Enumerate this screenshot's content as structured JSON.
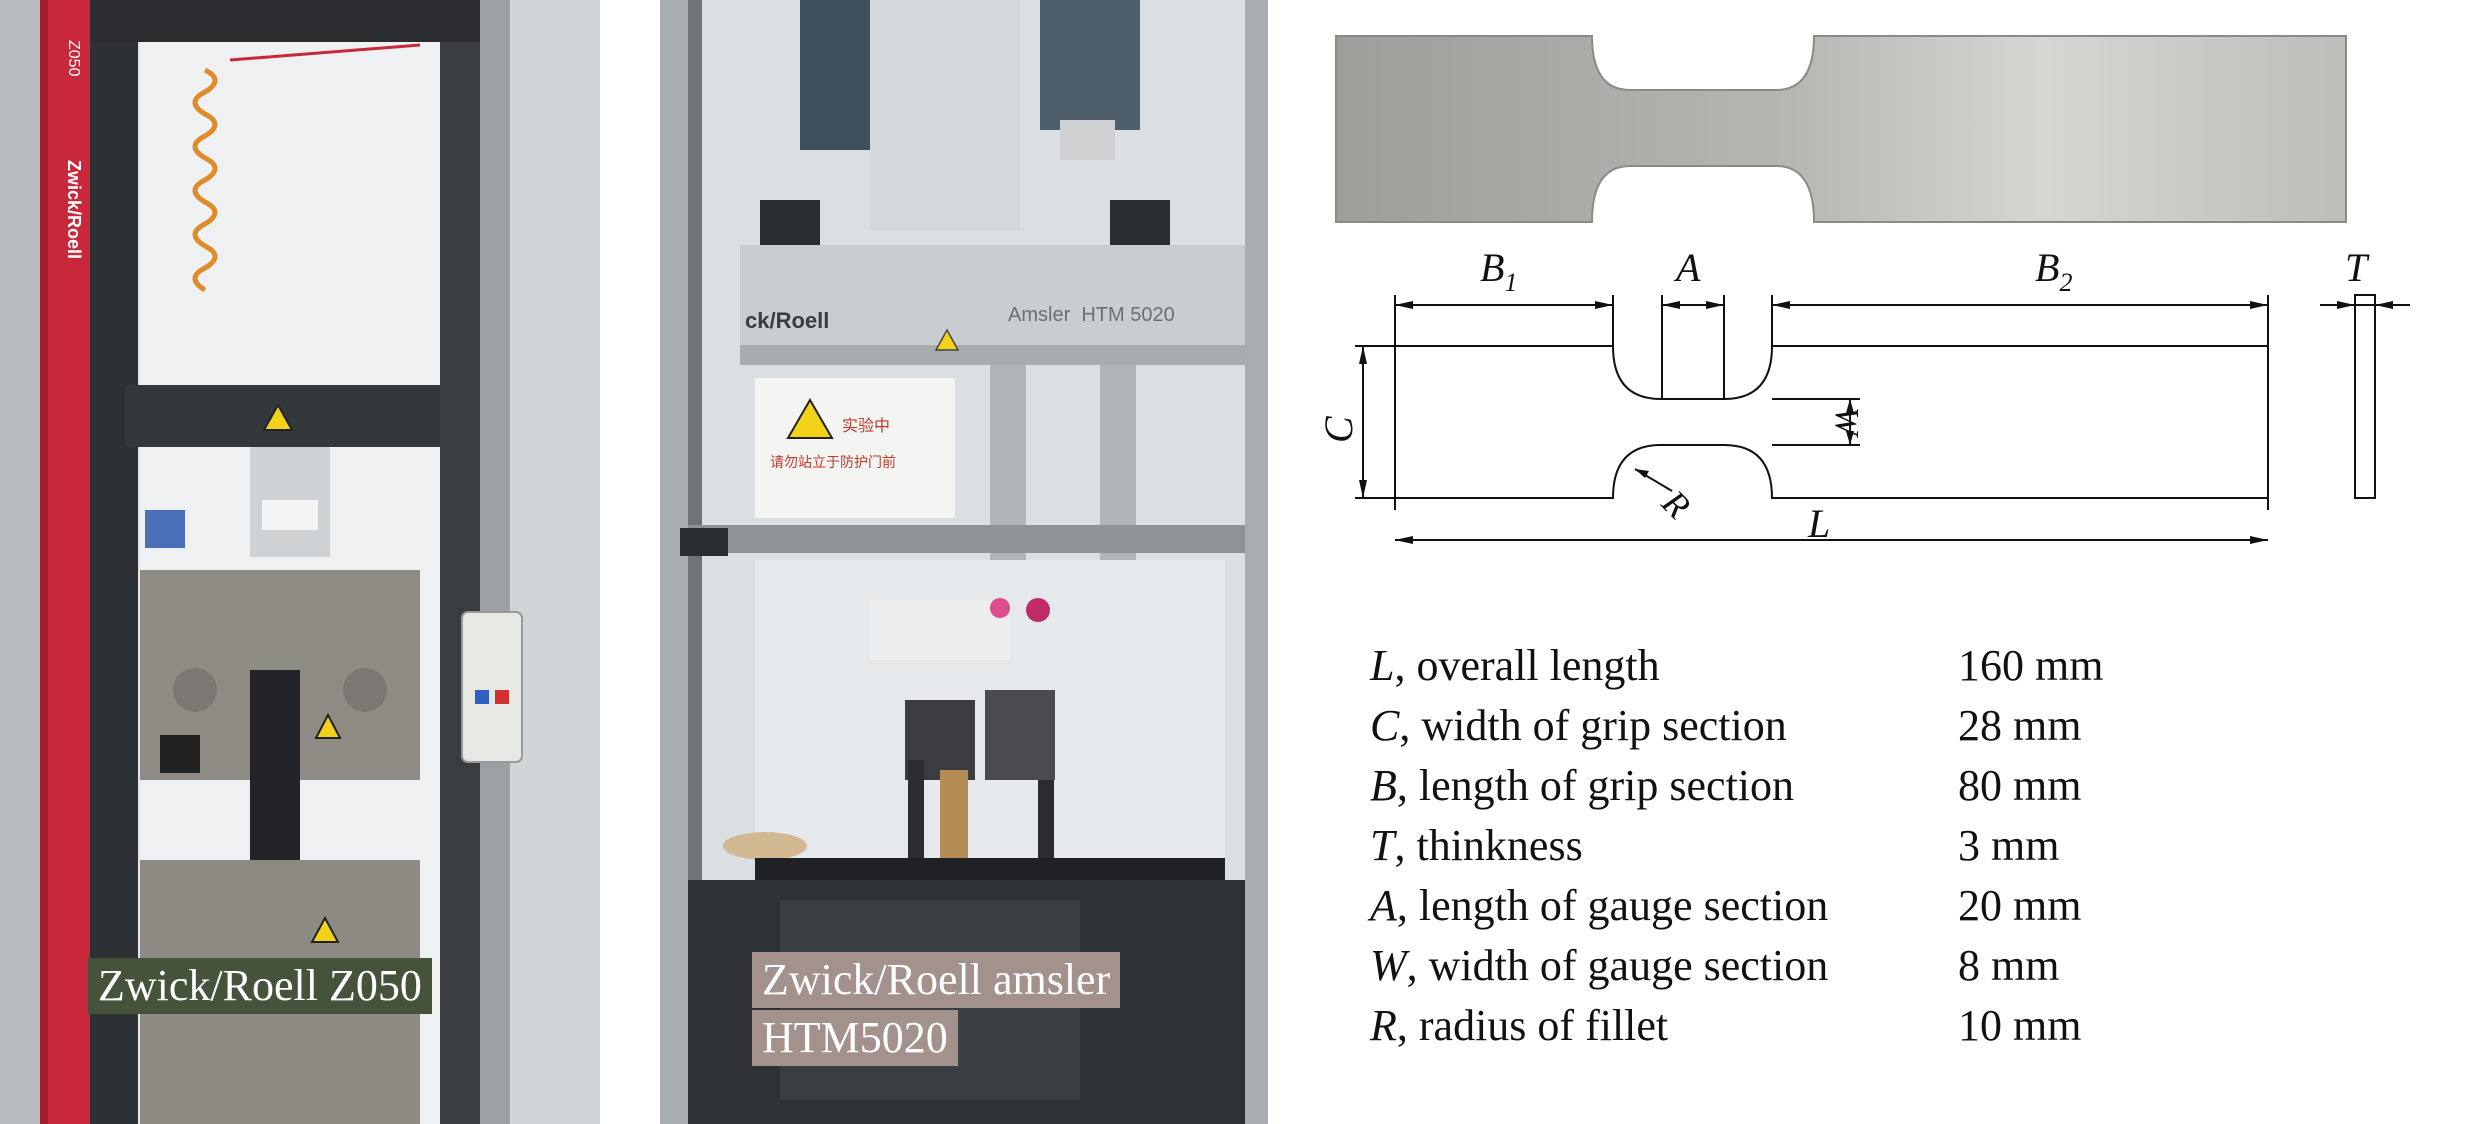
{
  "panels": {
    "left": {
      "caption": "Zwick/Roell Z050",
      "labels": {
        "brand": "Zwick/Roell",
        "model": "Z050"
      }
    },
    "middle": {
      "caption_line1": "Zwick/Roell amsler",
      "caption_line2": "HTM5020",
      "labels": {
        "brand": "ck/Roell",
        "model": "Amsler  HTM 5020",
        "sign_line1": "实验中",
        "sign_line2": "请勿站立于防护门前"
      }
    }
  },
  "drawing": {
    "labels": {
      "B1": "B",
      "B1_sub": "1",
      "A": "A",
      "B2": "B",
      "B2_sub": "2",
      "T": "T",
      "C": "C",
      "W": "W",
      "R": "R",
      "L": "L"
    }
  },
  "specs": [
    {
      "symbol": "L",
      "desc": ", overall length",
      "value": "160 mm"
    },
    {
      "symbol": "C",
      "desc": ", width of grip section",
      "value": "28 mm"
    },
    {
      "symbol": "B",
      "desc": ", length of grip section",
      "value": "80 mm"
    },
    {
      "symbol": "T",
      "desc": ", thinkness",
      "value": "3 mm"
    },
    {
      "symbol": "A",
      "desc": ", length of gauge section",
      "value": "20 mm"
    },
    {
      "symbol": "W",
      "desc": ", width of gauge section",
      "value": "8 mm"
    },
    {
      "symbol": "R",
      "desc": ", radius of fillet",
      "value": "10 mm"
    }
  ],
  "colors": {
    "red_column": "#c8283a",
    "caption_bg_left": "#46533b",
    "caption_bg_middle": "#a3918b",
    "steel": "#b9b9b6",
    "warning_yellow": "#f2d31a"
  }
}
